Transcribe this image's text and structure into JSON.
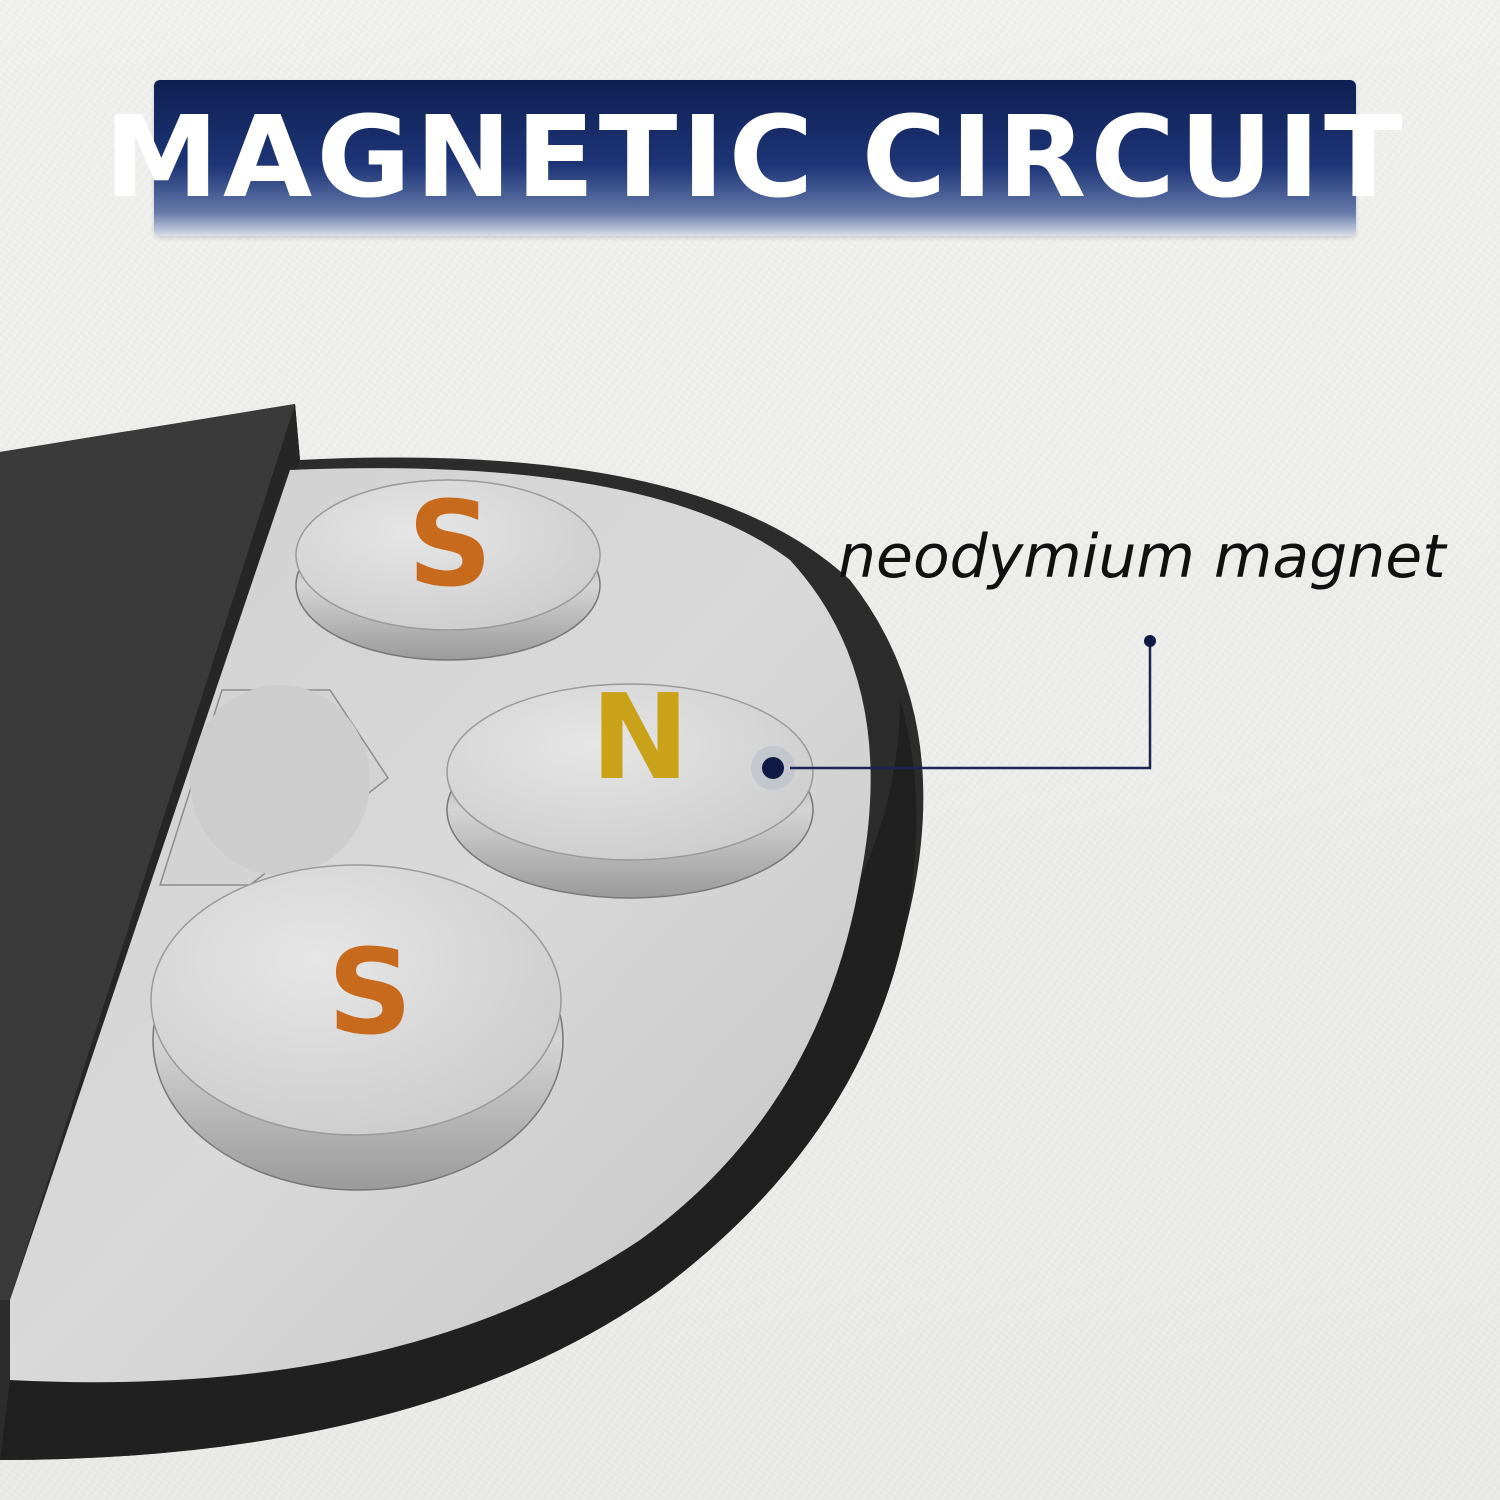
{
  "title": "MAGNETIC CIRCUIT",
  "magnets": [
    {
      "pole": "S",
      "color": "#c86a1e"
    },
    {
      "pole": "N",
      "color": "#c9a21a"
    },
    {
      "pole": "S",
      "color": "#c86a1e"
    }
  ],
  "callout": {
    "label": "neodymium magnet",
    "line_color": "#1a2550"
  },
  "colors": {
    "banner_dark": "#0e1f52",
    "base_dark": "#2b2b2b",
    "magnet_silver": "#d8d8d8"
  }
}
